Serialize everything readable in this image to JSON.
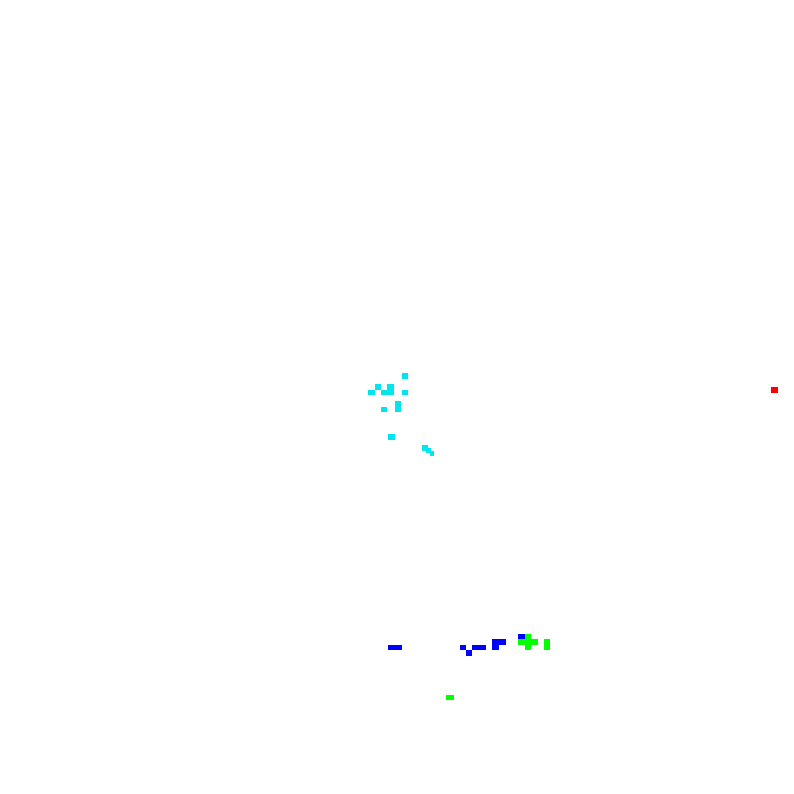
{
  "canvas": {
    "background": "#ffffff"
  },
  "clusters": [
    {
      "id": "cyan",
      "color": "#00e5ee",
      "pixel_count": 14
    },
    {
      "id": "blue",
      "color": "#0000ff",
      "pixel_count": 10
    },
    {
      "id": "green",
      "color": "#00ff00",
      "pixel_count": 8
    },
    {
      "id": "red",
      "color": "#ff0000",
      "pixel_count": 1
    }
  ]
}
